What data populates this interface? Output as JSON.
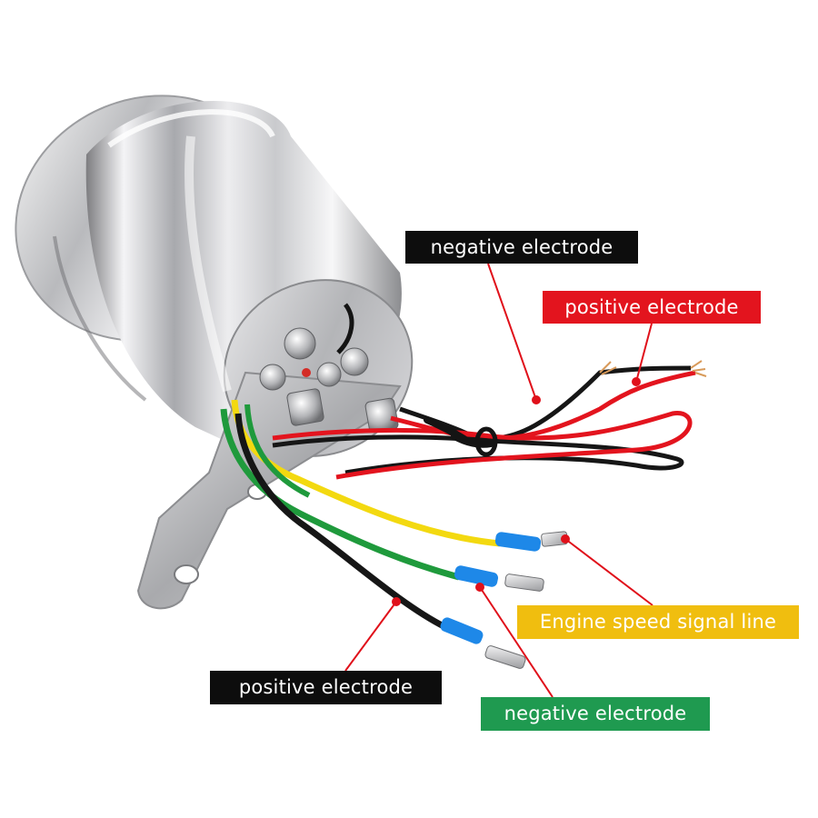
{
  "photo": {
    "subject": "gauge-with-wiring",
    "colors": {
      "background": "#ffffff",
      "callout_line": "#e0101a",
      "wire_red": "#e3141e",
      "wire_black": "#161616",
      "wire_yellow": "#f3d910",
      "wire_green": "#1f9a3c",
      "insulator_blue": "#1e88e8"
    }
  },
  "labels": {
    "neg_top": {
      "text": "negative electrode",
      "bg": "#0d0d0d",
      "fg": "#ffffff"
    },
    "pos_top": {
      "text": "positive electrode",
      "bg": "#e3141e",
      "fg": "#ffffff"
    },
    "rpm": {
      "text": "Engine speed signal line",
      "bg": "#f0be0f",
      "fg": "#ffffff"
    },
    "pos_bottom": {
      "text": "positive electrode",
      "bg": "#0d0d0d",
      "fg": "#ffffff"
    },
    "neg_bottom": {
      "text": "negative electrode",
      "bg": "#1f9a50",
      "fg": "#ffffff"
    }
  }
}
